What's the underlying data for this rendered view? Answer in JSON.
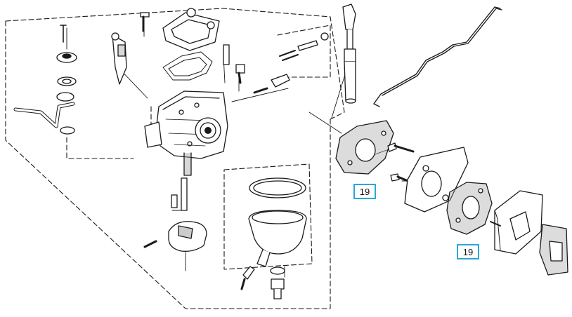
{
  "diagram": {
    "callouts": [
      {
        "label": "19",
        "part": "intake-gasket-upper"
      },
      {
        "label": "19",
        "part": "intake-gasket-lower"
      }
    ],
    "colors": {
      "line": "#1a1a1a",
      "callout_border": "#29a8d8",
      "shade": "#9a9a9a"
    }
  }
}
